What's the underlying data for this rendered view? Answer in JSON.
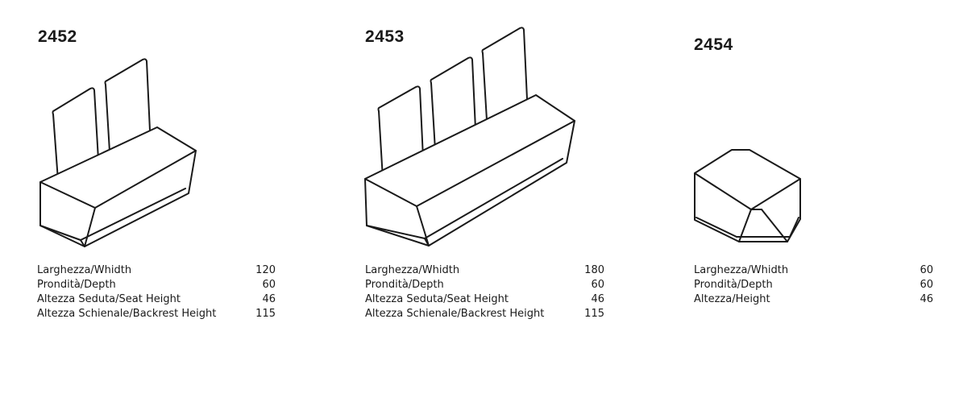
{
  "products": [
    {
      "code": "2452",
      "specs": [
        {
          "label": "Larghezza/Whidth",
          "value": "120"
        },
        {
          "label": "Prondità/Depth",
          "value": "60"
        },
        {
          "label": "Altezza Seduta/Seat Height",
          "value": "46"
        },
        {
          "label": "Altezza Schienale/Backrest Height",
          "value": "115"
        }
      ]
    },
    {
      "code": "2453",
      "specs": [
        {
          "label": "Larghezza/Whidth",
          "value": "180"
        },
        {
          "label": "Prondità/Depth",
          "value": "60"
        },
        {
          "label": "Altezza Seduta/Seat Height",
          "value": "46"
        },
        {
          "label": "Altezza Schienale/Backrest Height",
          "value": "115"
        }
      ]
    },
    {
      "code": "2454",
      "specs": [
        {
          "label": "Larghezza/Whidth",
          "value": "60"
        },
        {
          "label": "Prondità/Depth",
          "value": "60"
        },
        {
          "label": "Altezza/Height",
          "value": "46"
        }
      ]
    }
  ]
}
